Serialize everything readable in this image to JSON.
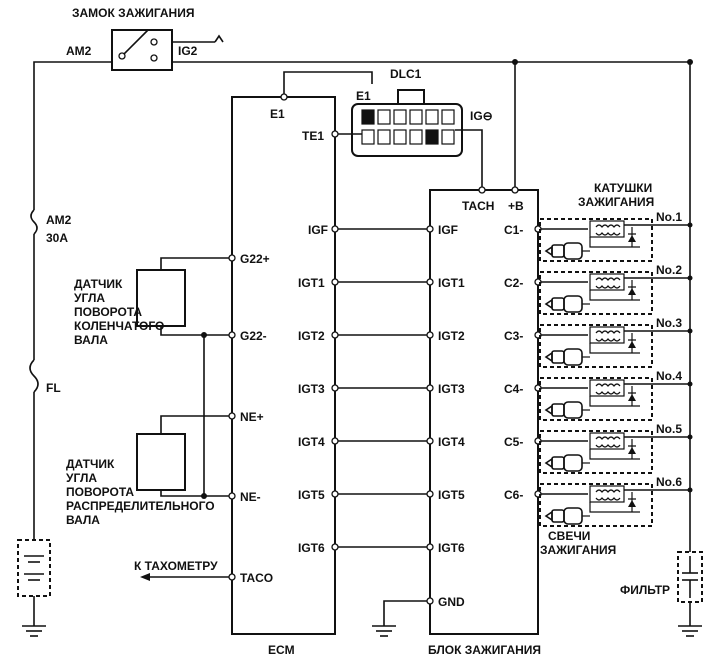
{
  "labels": {
    "ignition_switch": "ЗАМОК ЗАЖИГАНИЯ",
    "am2_switch": "AM2",
    "ig2": "IG2",
    "fuse_am2_name": "AM2",
    "fuse_am2_rating": "30A",
    "fusible_link": "FL",
    "dlc1": "DLC1",
    "e1_dlc": "E1",
    "e1_ecm": "E1",
    "te1": "TE1",
    "ig_minus": "IG⊖",
    "tach": "TACH",
    "plus_b": "+B",
    "coils_title_1": "КАТУШКИ",
    "coils_title_2": "ЗАЖИГАНИЯ",
    "crank_sensor": [
      "ДАТЧИК",
      "УГЛА",
      "ПОВОРОТА",
      "КОЛЕНЧАТОГО",
      "ВАЛА"
    ],
    "cam_sensor": [
      "ДАТЧИК",
      "УГЛА",
      "ПОВОРОТА",
      "РАСПРЕДЕЛИТЕЛЬНОГО",
      "ВАЛА"
    ],
    "to_tachometer": "К ТАХОМЕТРУ",
    "spark_plugs_1": "СВЕЧИ",
    "spark_plugs_2": "ЗАЖИГАНИЯ",
    "filter": "ФИЛЬТР",
    "ecm": "ECM",
    "igniter": "БЛОК ЗАЖИГАНИЯ",
    "gnd": "GND"
  },
  "ecm_left_pins": [
    "G22+",
    "G22-",
    "NE+",
    "NE-",
    "TACO"
  ],
  "signals": [
    "IGF",
    "IGT1",
    "IGT2",
    "IGT3",
    "IGT4",
    "IGT5",
    "IGT6"
  ],
  "coil_outputs": [
    "C1-",
    "C2-",
    "C3-",
    "C4-",
    "C5-",
    "C6-"
  ],
  "coil_numbers": [
    "No.1",
    "No.2",
    "No.3",
    "No.4",
    "No.5",
    "No.6"
  ]
}
